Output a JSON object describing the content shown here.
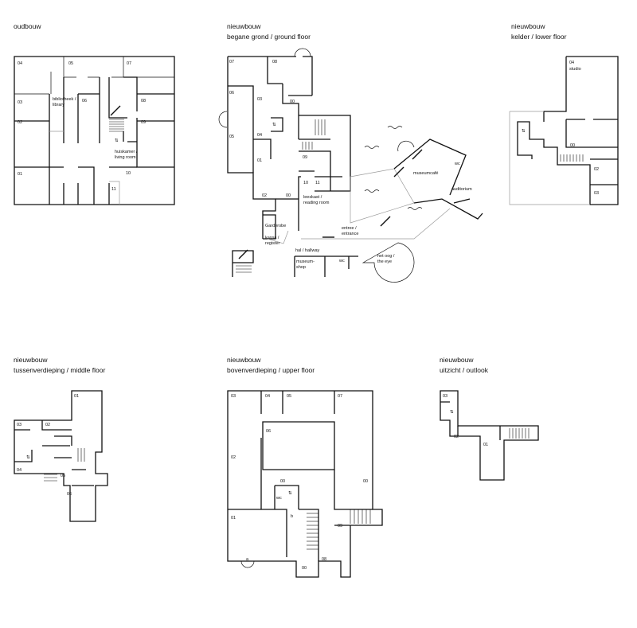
{
  "plans": {
    "oud": {
      "title": "oudbouw",
      "subtitle": "",
      "rooms": [
        "04",
        "05",
        "07",
        "03",
        "06",
        "08",
        "02",
        "09",
        "01",
        "10",
        "11"
      ],
      "areas": [
        "bibliotheek /",
        "library",
        "huiskamer /",
        "living room"
      ]
    },
    "begane": {
      "title": "nieuwbouw",
      "subtitle": "begane grond / ground floor",
      "rooms": [
        "07",
        "08",
        "06",
        "03",
        "00",
        "05",
        "04",
        "01",
        "02",
        "00",
        "09",
        "10",
        "11"
      ],
      "areas": [
        "leeskast /",
        "reading room",
        "Garderobe",
        "kassa /",
        "register",
        "entree /",
        "entrance",
        "hal / hallway",
        "museum-",
        "shop",
        "wc",
        "het oog /",
        "the eye",
        "museumcafé",
        "auditorium",
        "wc"
      ]
    },
    "kelder": {
      "title": "nieuwbouw",
      "subtitle": "kelder / lower floor",
      "rooms": [
        "04",
        "00",
        "02",
        "03"
      ],
      "areas": [
        "studio"
      ]
    },
    "tussen": {
      "title": "nieuwbouw",
      "subtitle": "tussenverdieping / middle floor",
      "rooms": [
        "01",
        "03",
        "02",
        "04",
        "05",
        "06"
      ]
    },
    "boven": {
      "title": "nieuwbouw",
      "subtitle": "bovenverdieping / upper floor",
      "rooms": [
        "03",
        "04",
        "05",
        "07",
        "06",
        "02",
        "00",
        "00",
        "01",
        "b",
        "09",
        "08",
        "00",
        "a"
      ],
      "areas": [
        "wc"
      ]
    },
    "uitzicht": {
      "title": "nieuwbouw",
      "subtitle": "uitzicht / outlook",
      "rooms": [
        "03",
        "02",
        "01"
      ]
    }
  },
  "icons": {
    "lift": "⇅",
    "stairs_arrow": "↗"
  }
}
